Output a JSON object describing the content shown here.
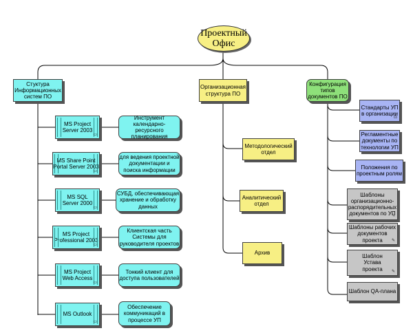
{
  "root": {
    "label": "Проектный\nОфис"
  },
  "branches": {
    "structure": {
      "label": "Стуктура\nИнформационных\nсистем ПО"
    },
    "org": {
      "label": "Организационная\nструктура ПО"
    },
    "config": {
      "label": "Конфигурация\nтипов\nдокументов ПО"
    }
  },
  "software": [
    {
      "label": "MS Project\nServer 2003",
      "desc": "Инструмент\nкалендарно-ресурсного\nпланирования"
    },
    {
      "label": "MS Share Point\nPortal Server 2003",
      "desc": "для ведения проектной\nдокументации  и\nпоиска информации"
    },
    {
      "label": "MS SQL\nServer 2000",
      "desc": "СУБД, обеспечивающая\nхранение и обработку\nданных"
    },
    {
      "label": "MS Project\nProfessional 2003",
      "desc": "Клиентская часть\nСистемы для\nруководителя проектов"
    },
    {
      "label": "MS Project\nWeb Access",
      "desc": "Тонкий клиент для\nдоступа пользователей"
    },
    {
      "label": "MS Outlook",
      "desc": "Обеспечение\nкоммуникаций в\nпроцессе УП"
    }
  ],
  "departments": [
    {
      "label": "Методологический\nотдел"
    },
    {
      "label": "Аналитический\nотдел"
    },
    {
      "label": "Архив"
    }
  ],
  "documents": [
    {
      "label": "Стандарты УП\nв организации",
      "color": "#a8b4f4"
    },
    {
      "label": "Регламентные\nдокументы по\nтехнологии УП",
      "color": "#a8b4f4"
    },
    {
      "label": "Положения по\nпроектным ролям",
      "color": "#a8b4f4"
    },
    {
      "label": "Шаблоны\nорганизационно-\nраспорядительных\nдокументов по УП",
      "color": "#c6c6c6"
    },
    {
      "label": "Шаблоны рабочих\nдокументов проекта",
      "color": "#c6c6c6"
    },
    {
      "label": "Шаблон\nУстава\nпроекта",
      "color": "#c6c6c6"
    },
    {
      "label": "Шаблон QA-плана",
      "color": "#c6c6c6"
    }
  ],
  "icons": {
    "server": "server-rack-icon",
    "document": "document-icon",
    "signature": "pen-icon"
  }
}
